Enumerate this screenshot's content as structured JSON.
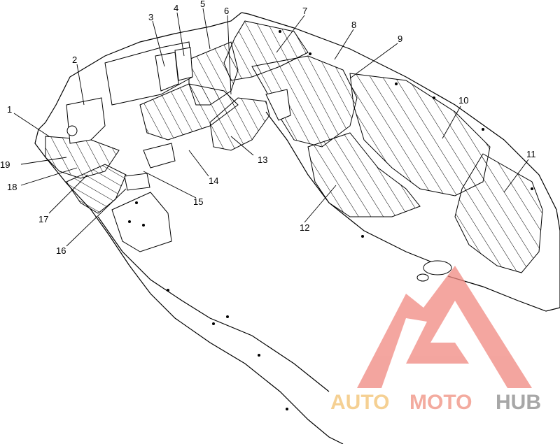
{
  "diagram": {
    "callouts": [
      "1",
      "2",
      "3",
      "4",
      "5",
      "6",
      "7",
      "8",
      "9",
      "10",
      "11",
      "12",
      "13",
      "14",
      "15",
      "16",
      "17",
      "18",
      "19"
    ]
  },
  "watermark": {
    "part1": "AUTO",
    "part2": "MOTO",
    "part3": "HUB",
    "color_auto": "#f2c170",
    "color_moto": "#f09080",
    "color_hub": "#8a8a8a",
    "logo_color": "#f08880"
  }
}
